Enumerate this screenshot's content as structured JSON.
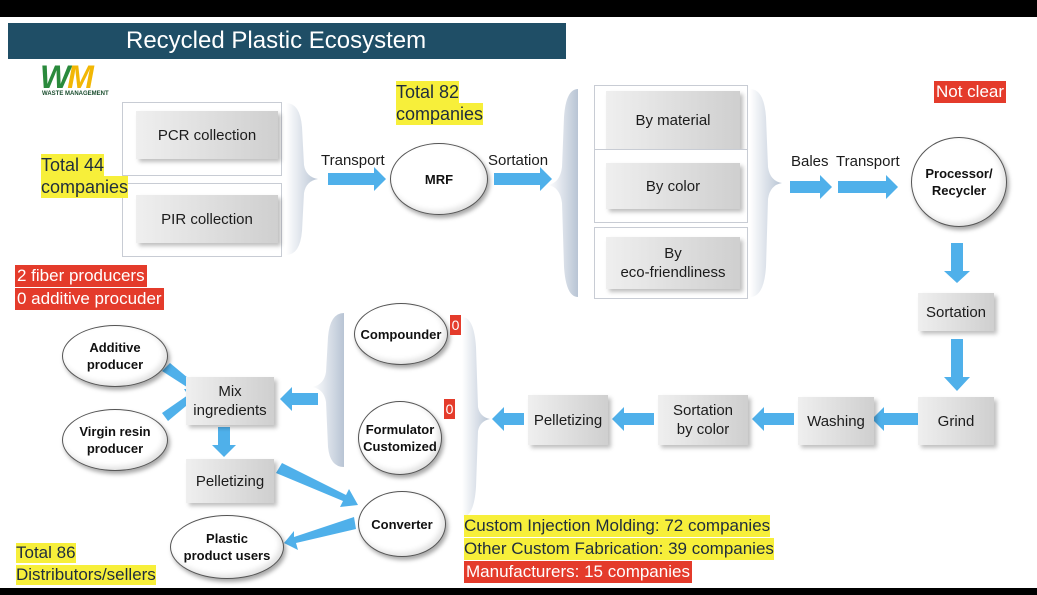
{
  "title": "Recycled Plastic Ecosystem",
  "logo": {
    "mark": "WM",
    "text": "WASTE MANAGEMENT"
  },
  "annotations": {
    "total_44": [
      "Total 44",
      "companies"
    ],
    "total_82": [
      "Total 82",
      "companies"
    ],
    "not_clear": "Not clear",
    "fiber": "2 fiber producers",
    "additive": "0 additive procuder",
    "total_86": [
      "Total 86",
      "Distributors/sellers"
    ],
    "custom_injection": "Custom Injection Molding: 72 companies",
    "other_custom": "Other Custom Fabrication: 39 companies",
    "manufacturers": "Manufacturers: 15 companies",
    "compounder_count": "0",
    "formulator_count": "0"
  },
  "collection": [
    "PCR collection",
    "PIR collection"
  ],
  "labels": {
    "transport": "Transport",
    "sortation": "Sortation",
    "bales": "Bales",
    "transport2": "Transport"
  },
  "nodes": {
    "mrf": "MRF",
    "processor": [
      "Processor/",
      "Recycler"
    ],
    "compounder": "Compounder",
    "formulator": [
      "Formulator",
      "Customized"
    ],
    "converter": "Converter",
    "additive_producer": [
      "Additive",
      "producer"
    ],
    "virgin_resin": [
      "Virgin resin",
      "producer"
    ],
    "plastic_users": [
      "Plastic",
      "product users"
    ]
  },
  "sort_by": [
    "By material",
    "By color",
    [
      "By",
      "eco-friendliness"
    ]
  ],
  "steps": {
    "sortation": "Sortation",
    "grind": "Grind",
    "washing": "Washing",
    "sort_by_color": [
      "Sortation",
      "by color"
    ],
    "pelletizing": "Pelletizing",
    "mix": [
      "Mix",
      "ingredients"
    ],
    "pelletizing2": "Pelletizing"
  },
  "colors": {
    "title_bg": "#1f4e66",
    "highlight": "#f7ef3a",
    "alert": "#e43b2b",
    "arrow": "#4fb0ea",
    "brace": "#c9d3e0"
  }
}
